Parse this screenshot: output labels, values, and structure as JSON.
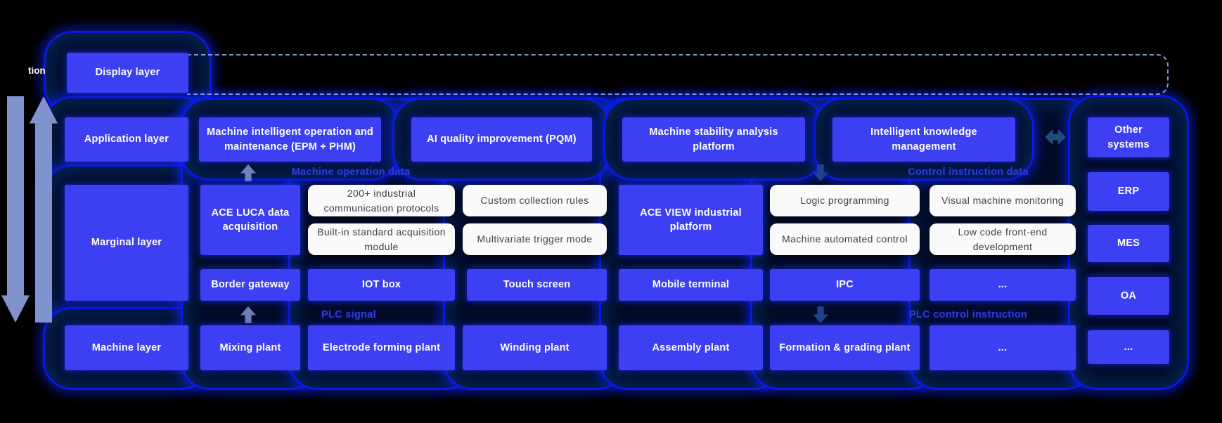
{
  "left_gutter": {
    "clipped_label": "tion"
  },
  "layer_column": {
    "display": "Display layer",
    "application": "Application layer",
    "marginal": "Marginal layer",
    "machine": "Machine layer"
  },
  "application_row": {
    "epm_phm": "Machine intelligent operation and maintenance (EPM + PHM)",
    "pqm": "AI quality improvement (PQM)",
    "stability": "Machine stability analysis platform",
    "knowledge": "Intelligent knowledge management"
  },
  "marginal_row": {
    "ace_luca": "ACE LUCA data acquisition",
    "protocols": "200+ industrial communication protocols",
    "acquisition_module": "Built-in standard acquisition module",
    "collection_rules": "Custom collection rules",
    "trigger_mode": "Multivariate trigger mode",
    "ace_view": "ACE VIEW industrial platform",
    "logic_programming": "Logic programming",
    "automated_control": "Machine automated control",
    "visual_monitoring": "Visual machine monitoring",
    "low_code": "Low code front-end development"
  },
  "gateway_row": {
    "border_gateway": "Border gateway",
    "iot_box": "IOT box",
    "touch_screen": "Touch screen",
    "mobile_terminal": "Mobile terminal",
    "ipc": "IPC",
    "more": "..."
  },
  "machine_row": {
    "mixing": "Mixing plant",
    "electrode": "Electrode forming plant",
    "winding": "Winding plant",
    "assembly": "Assembly plant",
    "formation": "Formation & grading plant",
    "more": "...",
    "more_right": "..."
  },
  "right_column": {
    "other_systems": "Other systems",
    "erp": "ERP",
    "mes": "MES",
    "oa": "OA",
    "more": "..."
  },
  "flow_labels": {
    "machine_operation_data": "Machine operation data",
    "control_instruction_data": "Control instruction data",
    "plc_signal": "PLC signal",
    "plc_control_instruction": "PLC control instruction"
  },
  "colors": {
    "background": "#000000",
    "node_blue": "#3d3ff2",
    "glow_blue": "#0d1cf0",
    "white_box": "#fafafa",
    "white_box_text": "#3d4049",
    "flow_label_blue": "#2e3cd9",
    "dashed_connector": "#8fa3ef",
    "side_arrow": "#8093cf",
    "link_arrow_dark": "#1d4e7a"
  }
}
